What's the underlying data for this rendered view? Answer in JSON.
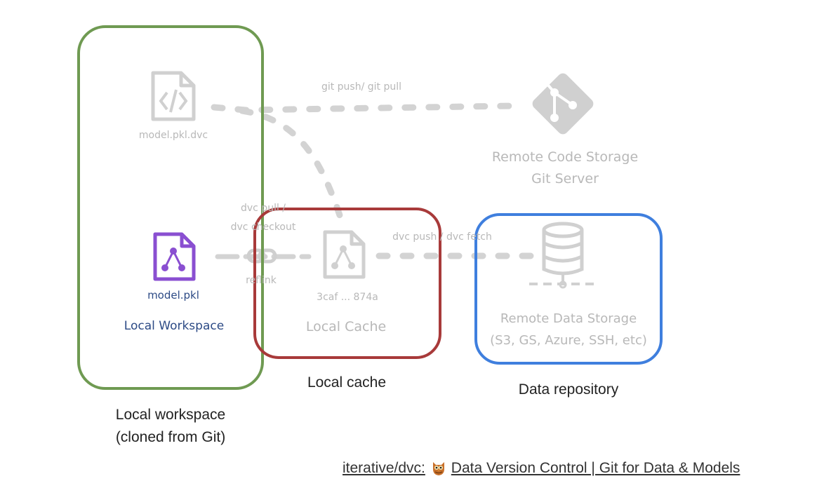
{
  "nodes": {
    "dvc_file": {
      "label": "model.pkl.dvc",
      "icon": "code-file-icon"
    },
    "model_file": {
      "label": "model.pkl",
      "icon": "data-file-icon"
    },
    "workspace": {
      "label": "Local Workspace"
    },
    "cache_file": {
      "label": "3caf ... 874a",
      "icon": "data-file-icon"
    },
    "cache": {
      "label": "Local Cache"
    },
    "git_server": {
      "line1": "Remote Code Storage",
      "line2": "Git Server",
      "icon": "git-icon"
    },
    "data_storage": {
      "line1": "Remote Data Storage",
      "line2": "(S3, GS, Azure, SSH, etc)",
      "icon": "database-icon"
    }
  },
  "edges": {
    "git": "git push/ git pull",
    "dvc_pull_1": "dvc pull /",
    "dvc_pull_2": "dvc checkout",
    "reflink": "reflink",
    "dvc_push": "dvc push / dvc fetch"
  },
  "captions": {
    "local_workspace_1": "Local workspace",
    "local_workspace_2": "(cloned from Git)",
    "local_cache": "Local cache",
    "data_repository": "Data repository"
  },
  "footer": {
    "link_prefix": "iterative/dvc:",
    "link_icon": "owl-icon",
    "link_text": "Data Version Control | Git for Data & Models"
  },
  "colors": {
    "workspace_border": "#6f9a52",
    "cache_border": "#a83a3a",
    "repo_border": "#3f7fde",
    "purple": "#8a4fd1",
    "navy": "#2c4a85",
    "gray": "#cfcfcf"
  }
}
